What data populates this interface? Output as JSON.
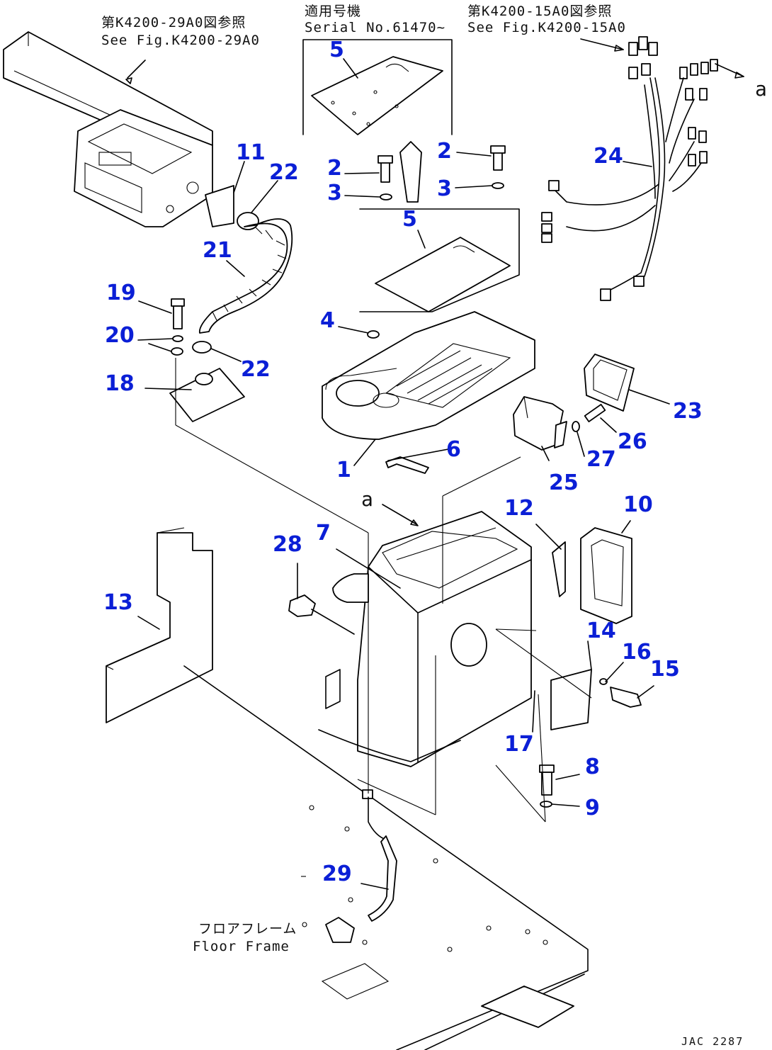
{
  "figure_code": "JAC 2287",
  "notes": {
    "ref_upper_left_jp": "第K4200-29A0図参照",
    "ref_upper_left_en": "See Fig.K4200-29A0",
    "serial_jp": "適用号機",
    "serial_en": "Serial No.61470~",
    "ref_upper_right_jp": "第K4200-15A0図参照",
    "ref_upper_right_en": "See Fig.K4200-15A0",
    "floor_jp": "フロアフレーム",
    "floor_en": "Floor Frame",
    "connector_a_upper": "a",
    "connector_a_lower": "a"
  },
  "callouts": {
    "c1": "1",
    "c2a": "2",
    "c2b": "2",
    "c3a": "3",
    "c3b": "3",
    "c4": "4",
    "c5a": "5",
    "c5b": "5",
    "c6": "6",
    "c7": "7",
    "c8": "8",
    "c9": "9",
    "c10": "10",
    "c11": "11",
    "c12": "12",
    "c13": "13",
    "c14": "14",
    "c15": "15",
    "c16": "16",
    "c17": "17",
    "c18": "18",
    "c19": "19",
    "c20": "20",
    "c21": "21",
    "c22a": "22",
    "c22b": "22",
    "c23": "23",
    "c24": "24",
    "c25": "25",
    "c26": "26",
    "c27": "27",
    "c28": "28",
    "c29": "29"
  },
  "colors": {
    "callout": "#0b1fd6",
    "line": "#000000",
    "text": "#111111"
  }
}
